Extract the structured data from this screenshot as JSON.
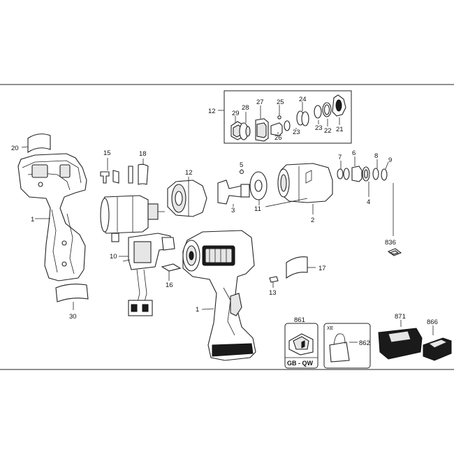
{
  "callouts": {
    "c1a": "1",
    "c1b": "1",
    "c2": "2",
    "c3": "3",
    "c4": "4",
    "c5": "5",
    "c6": "6",
    "c7": "7",
    "c8": "8",
    "c9": "9",
    "c10": "10",
    "c11": "11",
    "c12a": "12",
    "c12b": "12",
    "c13": "13",
    "c15": "15",
    "c16": "16",
    "c17": "17",
    "c18": "18",
    "c20": "20",
    "c21": "21",
    "c22": "22",
    "c23a": "23",
    "c23b": "23",
    "c24": "24",
    "c25": "25",
    "c26": "26",
    "c27": "27",
    "c28": "28",
    "c29": "29",
    "c30": "30",
    "c836": "836",
    "c861": "861",
    "c862": "862",
    "c866": "866",
    "c871": "871"
  },
  "box_labels": {
    "region_gb": "GB - QW",
    "region_xe": "XE"
  }
}
